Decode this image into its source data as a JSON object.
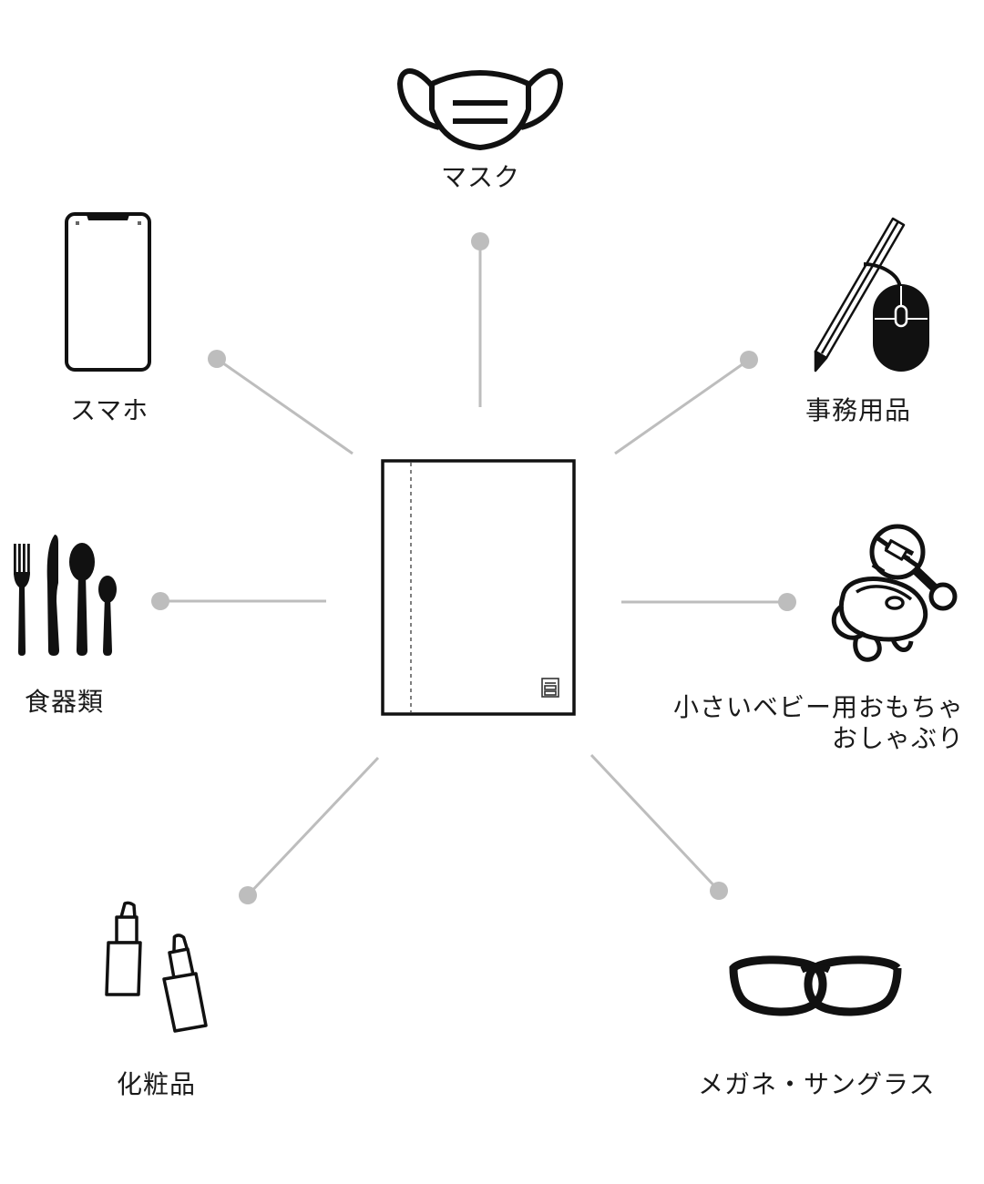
{
  "colors": {
    "connector": "#bdbdbd",
    "ink": "#111111",
    "background": "#ffffff"
  },
  "center": {
    "icon": "pouch-icon"
  },
  "items": [
    {
      "key": "mask",
      "label": "マスク",
      "icon": "mask-icon"
    },
    {
      "key": "smartphone",
      "label": "スマホ",
      "icon": "smartphone-icon"
    },
    {
      "key": "stationery",
      "label": "事務用品",
      "icon": "pencil-mouse-icon"
    },
    {
      "key": "tableware",
      "label": "食器類",
      "icon": "cutlery-icon"
    },
    {
      "key": "baby_toys",
      "label": "小さいベビー用おもちゃ",
      "label2": "おしゃぶり",
      "icon": "baby-rattle-icon"
    },
    {
      "key": "cosmetics",
      "label": "化粧品",
      "icon": "lipstick-icon"
    },
    {
      "key": "glasses",
      "label": "メガネ・サングラス",
      "icon": "glasses-icon"
    }
  ]
}
